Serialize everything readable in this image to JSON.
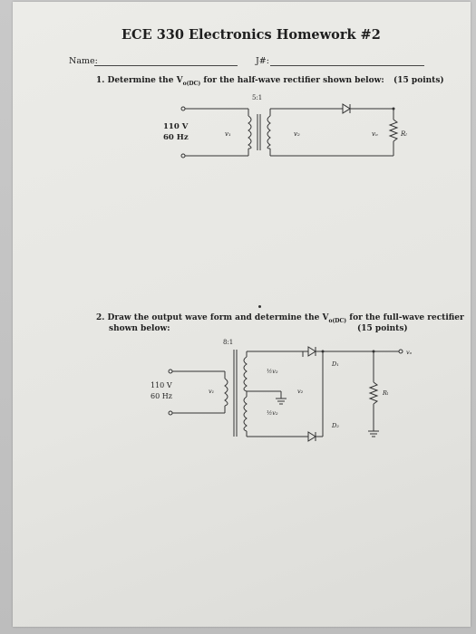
{
  "header": {
    "title": "ECE 330 Electronics Homework #2",
    "name_label": "Name:",
    "jnum_label": "J#:"
  },
  "question1": {
    "text": "1.  Determine the V",
    "sub": "o(DC)",
    "text_after": " for the half-wave rectifier shown below:",
    "points": "(15 points)",
    "circuit": {
      "ratio": "5:1",
      "source_voltage": "110 V",
      "source_freq": "60 Hz",
      "v1": "v₁",
      "v2": "v₂",
      "vo": "vₒ",
      "load": "Rₗ"
    }
  },
  "question2": {
    "text": "2.  Draw the output wave form and determine the V",
    "sub": "o(DC)",
    "text_after": " for the full-wave rectifier",
    "line2": "shown below:",
    "points": "(15 points)",
    "circuit": {
      "ratio": "8:1",
      "source_voltage": "110 V",
      "source_freq": "60 Hz",
      "v1": "v₁",
      "v2": "v₂",
      "half_upper": "½v₂",
      "half_lower": "½v₂",
      "d1": "D₁",
      "d2": "D₂",
      "vo": "vₒ",
      "load": "Rₗ"
    }
  }
}
